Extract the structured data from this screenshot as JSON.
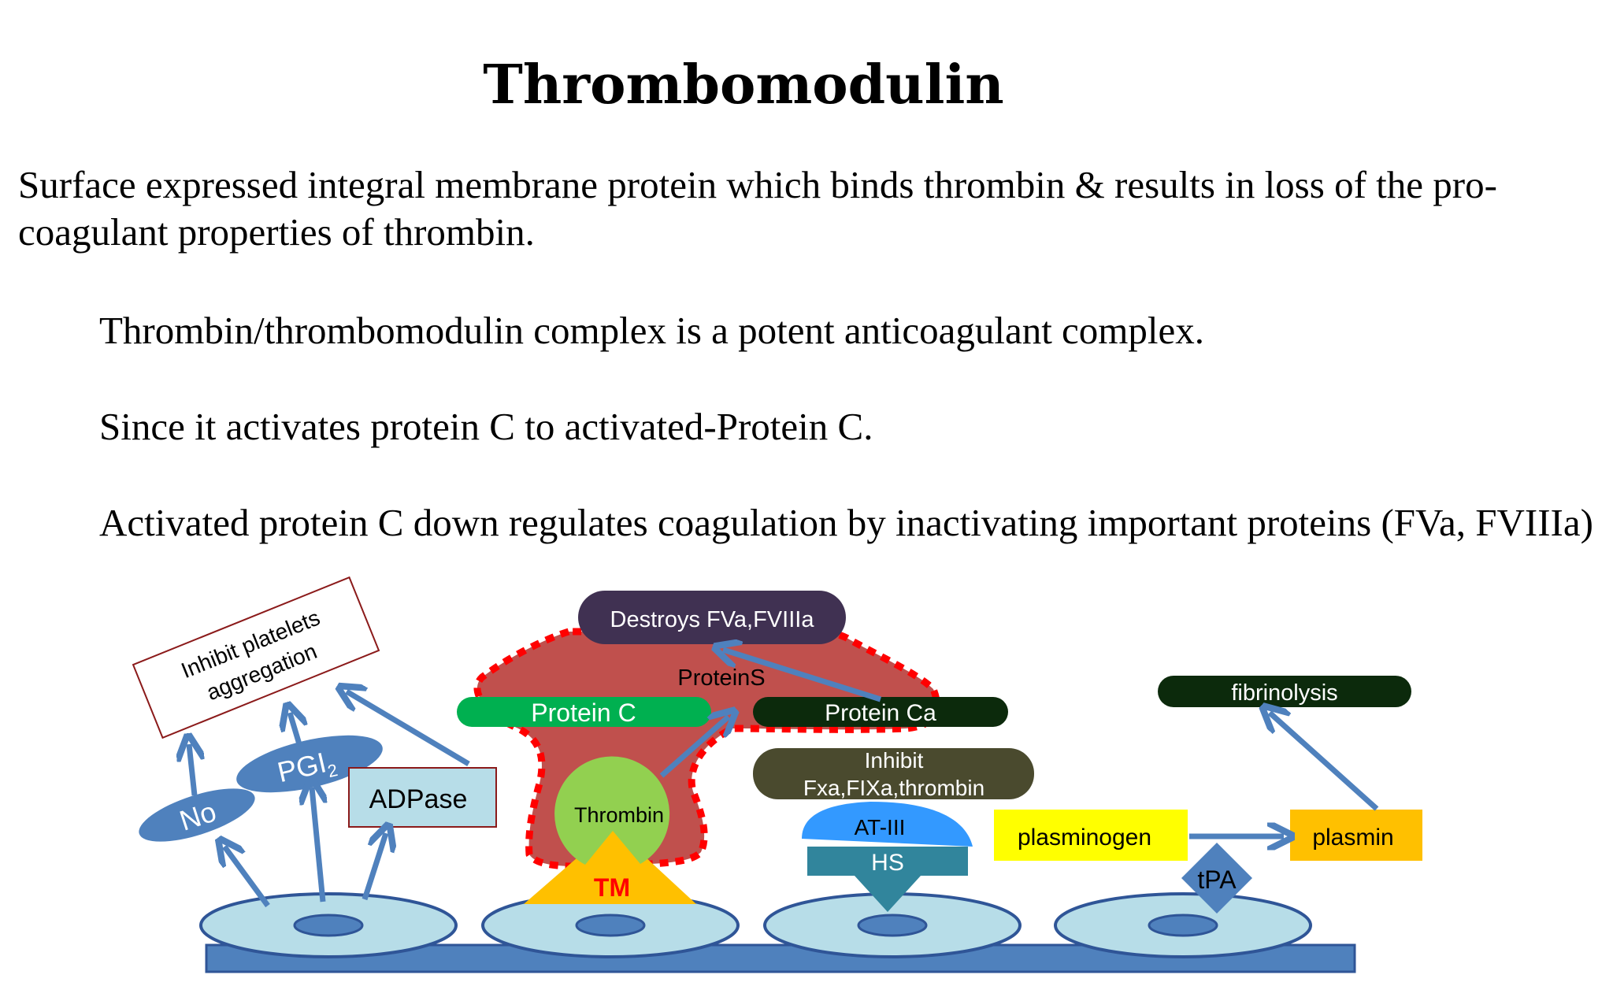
{
  "title": "Thrombomodulin",
  "paragraphs": [
    "Surface expressed integral membrane protein which binds thrombin & results in loss of the pro-coagulant properties of thrombin.",
    "Thrombin/thrombomodulin complex is a potent anticoagulant complex.",
    "Since it activates protein C to activated-Protein C.",
    "Activated protein C down regulates coagulation by inactivating important proteins (FVa, FVIIIa)"
  ],
  "diagram": {
    "inhibit_box": [
      "Inhibit platelets",
      "aggregation"
    ],
    "no_label": "No",
    "pgi2_label": "PGI",
    "pgi2_subscript": "2",
    "adpase_label": "ADPase",
    "destroys_label": "Destroys FVa,FVIIIa",
    "proteins_label": "ProteinS",
    "protein_c_label": "Protein C",
    "protein_ca_label": "Protein Ca",
    "thrombin_label": "Thrombin",
    "tm_label": "TM",
    "inhibit_fx_label": [
      "Inhibit",
      "Fxa,FIXa,thrombin"
    ],
    "at3_label": "AT-III",
    "hs_label": "HS",
    "fibrinolysis_label": "fibrinolysis",
    "plasminogen_label": "plasminogen",
    "plasmin_label": "plasmin",
    "tpa_label": "tPA"
  },
  "colors": {
    "arrow_blue": "#4f81bd",
    "cell_fill": "#b7dde8",
    "cell_stroke": "#2f5597",
    "red_region": "#c0504d",
    "dotted_red": "#ff0000",
    "dark_purple": "#403152",
    "green": "#00b050",
    "dark_green": "#0c2a0c",
    "olive": "#4a4a2e",
    "light_green": "#92d050",
    "tm_yellow": "#ffc000",
    "tm_red_text": "#ff0000",
    "at3_blue": "#3399ff",
    "hs_teal": "#31859c",
    "plasminogen_yellow": "#ffff00",
    "plasmin_orange": "#ffc000",
    "maroon": "#8b1a1a",
    "adpase_fill": "#b7dde8"
  }
}
